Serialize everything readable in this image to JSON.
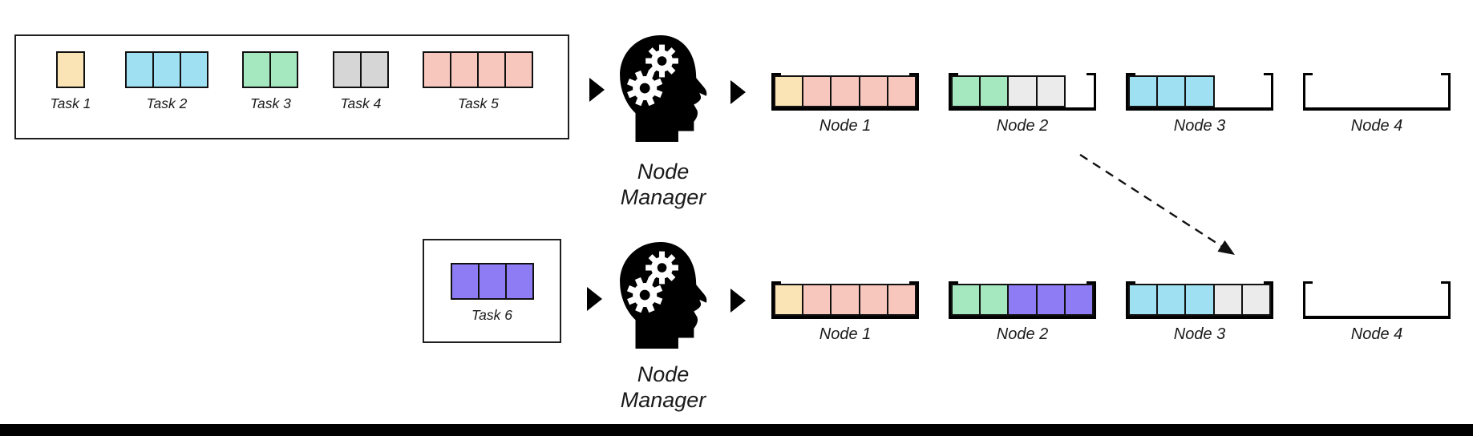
{
  "diagram": {
    "title_hint": "task-scheduling-across-nodes",
    "icons": {
      "manager": "head-with-gears-icon",
      "flow": "right-triangle-arrow-icon",
      "migration": "dashed-diagonal-arrow-icon"
    },
    "colors": {
      "task1_yellow": "#FAE3B4",
      "task2_cyan": "#9FE1F2",
      "task3_green": "#A5E8C0",
      "task4_gray": "#D6D6D6",
      "task5_pink": "#F7C6BC",
      "task6_purple": "#8E7CF4",
      "node_moved_gray": "#EBEBEB",
      "outline": "#111111"
    },
    "rows": [
      {
        "name": "scheduling-round-1",
        "manager_label": "Node Manager",
        "task_panel": {
          "tasks": [
            {
              "label": "Task 1",
              "units": 1,
              "color": "#FAE3B4"
            },
            {
              "label": "Task 2",
              "units": 3,
              "color": "#9FE1F2"
            },
            {
              "label": "Task 3",
              "units": 2,
              "color": "#A5E8C0"
            },
            {
              "label": "Task 4",
              "units": 2,
              "color": "#D6D6D6"
            },
            {
              "label": "Task 5",
              "units": 4,
              "color": "#F7C6BC"
            }
          ]
        },
        "nodes": [
          {
            "label": "Node 1",
            "capacity": 5,
            "cells": [
              "#FAE3B4",
              "#F7C6BC",
              "#F7C6BC",
              "#F7C6BC",
              "#F7C6BC"
            ]
          },
          {
            "label": "Node 2",
            "capacity": 5,
            "cells": [
              "#A5E8C0",
              "#A5E8C0",
              "#EBEBEB",
              "#EBEBEB"
            ]
          },
          {
            "label": "Node 3",
            "capacity": 5,
            "cells": [
              "#9FE1F2",
              "#9FE1F2",
              "#9FE1F2"
            ]
          },
          {
            "label": "Node 4",
            "capacity": 5,
            "cells": []
          }
        ]
      },
      {
        "name": "scheduling-round-2",
        "manager_label": "Node Manager",
        "task_panel": {
          "tasks": [
            {
              "label": "Task 6",
              "units": 3,
              "color": "#8E7CF4"
            }
          ]
        },
        "nodes": [
          {
            "label": "Node 1",
            "capacity": 5,
            "cells": [
              "#FAE3B4",
              "#F7C6BC",
              "#F7C6BC",
              "#F7C6BC",
              "#F7C6BC"
            ]
          },
          {
            "label": "Node 2",
            "capacity": 5,
            "cells": [
              "#A5E8C0",
              "#A5E8C0",
              "#8E7CF4",
              "#8E7CF4",
              "#8E7CF4"
            ]
          },
          {
            "label": "Node 3",
            "capacity": 5,
            "cells": [
              "#9FE1F2",
              "#9FE1F2",
              "#9FE1F2",
              "#EBEBEB",
              "#EBEBEB"
            ]
          },
          {
            "label": "Node 4",
            "capacity": 5,
            "cells": []
          }
        ]
      }
    ],
    "migration": {
      "from": "Node 2",
      "to": "Node 3"
    }
  }
}
